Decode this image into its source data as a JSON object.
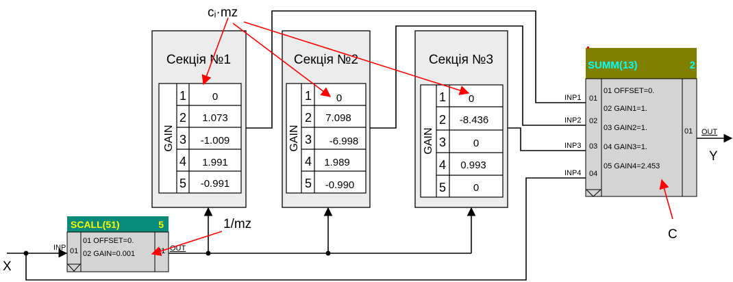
{
  "annotations": {
    "ci_mz": "cᵢ·mz",
    "inv_mz": "1/mz",
    "c": "C",
    "x": "X",
    "y": "Y"
  },
  "sections": [
    {
      "title": "Секція №1",
      "axis": "GAIN",
      "rows": [
        {
          "n": "1",
          "v": "0"
        },
        {
          "n": "2",
          "v": "1.073"
        },
        {
          "n": "3",
          "v": "-1.009"
        },
        {
          "n": "4",
          "v": "1.991"
        },
        {
          "n": "5",
          "v": "-0.991"
        }
      ]
    },
    {
      "title": "Секція №2",
      "axis": "GAIN",
      "rows": [
        {
          "n": "1",
          "v": "0"
        },
        {
          "n": "2",
          "v": "7.098"
        },
        {
          "n": "3",
          "v": "-6.998"
        },
        {
          "n": "4",
          "v": "1.989"
        },
        {
          "n": "5",
          "v": "-0.990"
        }
      ]
    },
    {
      "title": "Секція №3",
      "axis": "GAIN",
      "rows": [
        {
          "n": "1",
          "v": "0"
        },
        {
          "n": "2",
          "v": "-8.436"
        },
        {
          "n": "3",
          "v": "0"
        },
        {
          "n": "4",
          "v": "0.993"
        },
        {
          "n": "5",
          "v": "0"
        }
      ]
    }
  ],
  "scall": {
    "title": "SCALL(51)",
    "badge": "5",
    "inp_label": "INP",
    "inp_num": "01",
    "param1": "01 OFFSET=0.",
    "param2": "02 GAIN=0.001",
    "out_num": "01",
    "out_label": "OUT"
  },
  "summ": {
    "title": "SUMM(13)",
    "badge": "2",
    "inputs": [
      {
        "label": "INP1",
        "num": "01"
      },
      {
        "label": "INP2",
        "num": "02"
      },
      {
        "label": "INP3",
        "num": "03"
      },
      {
        "label": "INP4",
        "num": "04"
      }
    ],
    "params": [
      "01 OFFSET=0.",
      "02 GAIN1=1.",
      "03 GAIN2=1.",
      "04 GAIN3=1.",
      "05 GAIN4=2.453"
    ],
    "out_num": "01",
    "out_label": "OUT"
  },
  "colors": {
    "scall_header": "#0a8a7a",
    "scall_title": "#ffff00",
    "summ_header": "#808000",
    "summ_title": "#00ffff",
    "block_body": "#d4d4d4",
    "section_bg": "#ececec",
    "arrow": "#ff0000"
  }
}
